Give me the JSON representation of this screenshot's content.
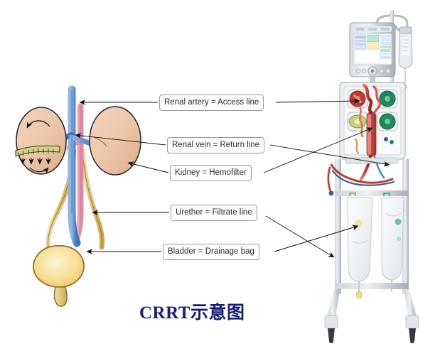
{
  "figure": {
    "title": "CRRT示意图",
    "title_color": "#151e78",
    "background": "#ffffff"
  },
  "labels": [
    {
      "id": "renal-artery",
      "text": "Renal artery = Access line"
    },
    {
      "id": "renal-vein",
      "text": "Renal vein = Return line"
    },
    {
      "id": "kidney",
      "text": "Kidney = Hemofilter"
    },
    {
      "id": "ureter",
      "text": "Urether = Filtrate line"
    },
    {
      "id": "bladder",
      "text": "Bladder = Drainage bag"
    }
  ],
  "anatomy": {
    "name": "urinary-system",
    "parts": [
      {
        "name": "left-kidney",
        "color": "#ecc4a6"
      },
      {
        "name": "right-kidney",
        "color": "#ecc4a6"
      },
      {
        "name": "inferior-vena-cava",
        "color": "#5a8fd0"
      },
      {
        "name": "aorta",
        "color": "#f0aec4"
      },
      {
        "name": "left-ureter",
        "color": "#e3c579"
      },
      {
        "name": "right-ureter",
        "color": "#e3c579"
      },
      {
        "name": "bladder",
        "color": "#f5d98a"
      },
      {
        "name": "urethra",
        "color": "#e3c579"
      },
      {
        "name": "nephron-cutaway",
        "color": "#b8b86a"
      }
    ]
  },
  "machine": {
    "name": "crrt-machine",
    "parts": [
      {
        "name": "monitor-screen",
        "color": "#eef2f6"
      },
      {
        "name": "iv-pole",
        "color": "#b6bcc2"
      },
      {
        "name": "iv-fluid-bag",
        "color": "#e9edf1"
      },
      {
        "name": "blood-pump",
        "color": "#c0392b"
      },
      {
        "name": "dialysate-pump",
        "color": "#1f8a5a"
      },
      {
        "name": "effluent-pump",
        "color": "#1f8a5a"
      },
      {
        "name": "syringe-pump",
        "color": "#9aa23c"
      },
      {
        "name": "blood-tubing",
        "color": "#c43a35"
      },
      {
        "name": "drainage-bag-left",
        "color": "#f2f4f6"
      },
      {
        "name": "drainage-bag-right",
        "color": "#f2f4f6"
      },
      {
        "name": "frame",
        "color": "#b9bfc5"
      },
      {
        "name": "caster-wheel",
        "color": "#3a3a3a"
      }
    ]
  },
  "leader_lines": [
    {
      "name": "leader-renal-artery",
      "from": "renal-artery-label",
      "to_left": "vena-cava",
      "to_right": "blood-pump"
    },
    {
      "name": "leader-renal-vein",
      "from": "renal-vein-label",
      "to_left": "renal-vessels",
      "to_right": "return-port"
    },
    {
      "name": "leader-kidney",
      "from": "kidney-label",
      "to_left": "right-kidney",
      "to_right": "hemofilter"
    },
    {
      "name": "leader-ureter",
      "from": "ureter-label",
      "to_left": "ureter",
      "to_right": "effluent-line"
    },
    {
      "name": "leader-bladder",
      "from": "bladder-label",
      "to_left": "bladder",
      "to_right": "drainage-bag"
    }
  ]
}
